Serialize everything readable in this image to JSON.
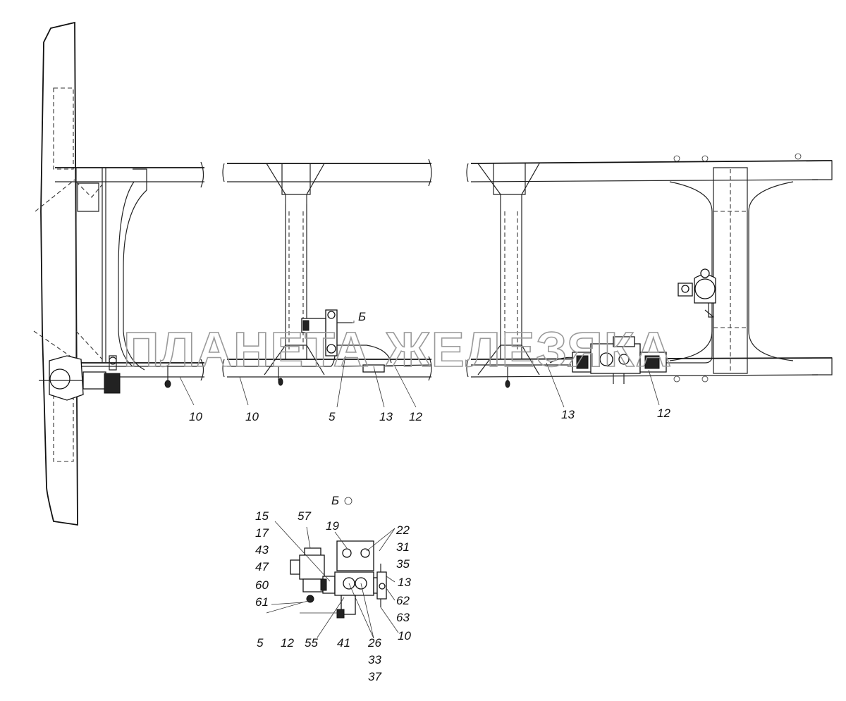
{
  "watermark": "ПЛАНЕТА ЖЕЛЕЗЯКА",
  "view_label": "Б",
  "detail_title": "Б",
  "main_callouts": [
    "10",
    "10",
    "5",
    "13",
    "12",
    "13",
    "12"
  ],
  "detail_callouts": {
    "left": [
      "15",
      "17",
      "43",
      "47",
      "60",
      "61",
      "5"
    ],
    "top": [
      "57",
      "19"
    ],
    "right": [
      "22",
      "31",
      "35",
      "13",
      "62",
      "63",
      "10"
    ],
    "bottom": [
      "12",
      "55",
      "41",
      "26",
      "33",
      "37"
    ]
  }
}
